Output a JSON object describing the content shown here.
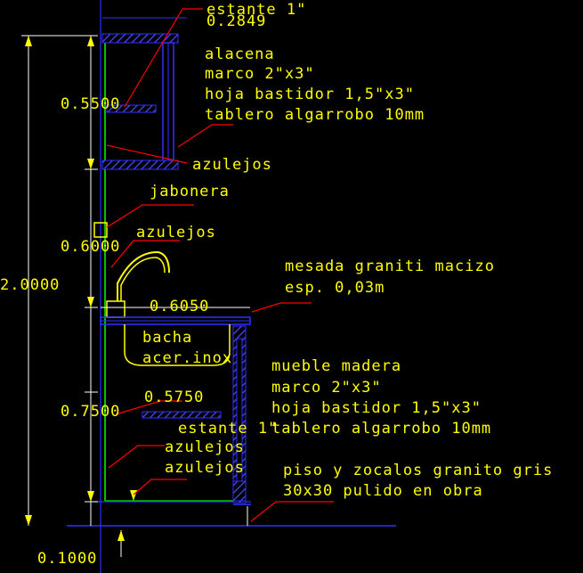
{
  "labels": {
    "estante_top": "estante 1\"",
    "alacena_title": "alacena",
    "alacena_marco": "marco 2\"x3\"",
    "alacena_hoja": "hoja bastidor 1,5\"x3\"",
    "alacena_tablero": "tablero algarrobo 10mm",
    "azulejos_1": "azulejos",
    "jabonera": "jabonera",
    "azulejos_2": "azulejos",
    "mesada_line1": "mesada graniti macizo",
    "mesada_line2": "esp. 0,03m",
    "bacha_line1": "bacha",
    "bacha_line2": "acer.inox",
    "mueble_title": "mueble madera",
    "mueble_marco": "marco 2\"x3\"",
    "mueble_hoja": "hoja bastidor 1,5\"x3\"",
    "mueble_tablero": "tablero algarrobo 10mm",
    "estante_bottom": "estante 1\"",
    "azulejos_3": "azulejos",
    "azulejos_4": "azulejos",
    "piso_line1": "piso y zocalos granito gris",
    "piso_line2": "30x30 pulido en obra"
  },
  "dimensions": {
    "d_02849": "0.2849",
    "d_05500": "0.5500",
    "d_06000": "0.6000",
    "d_20000": "2.0000",
    "d_06050": "0.6050",
    "d_05750": "0.5750",
    "d_07500": "0.7500",
    "d_01000": "0.1000"
  },
  "colors": {
    "background": "#000000",
    "text": "#ffff00",
    "leader": "#ff0000",
    "wall": "#00c000",
    "section": "#3030ff",
    "dimension": "#ffffff",
    "hatch": "#4a4aff"
  }
}
